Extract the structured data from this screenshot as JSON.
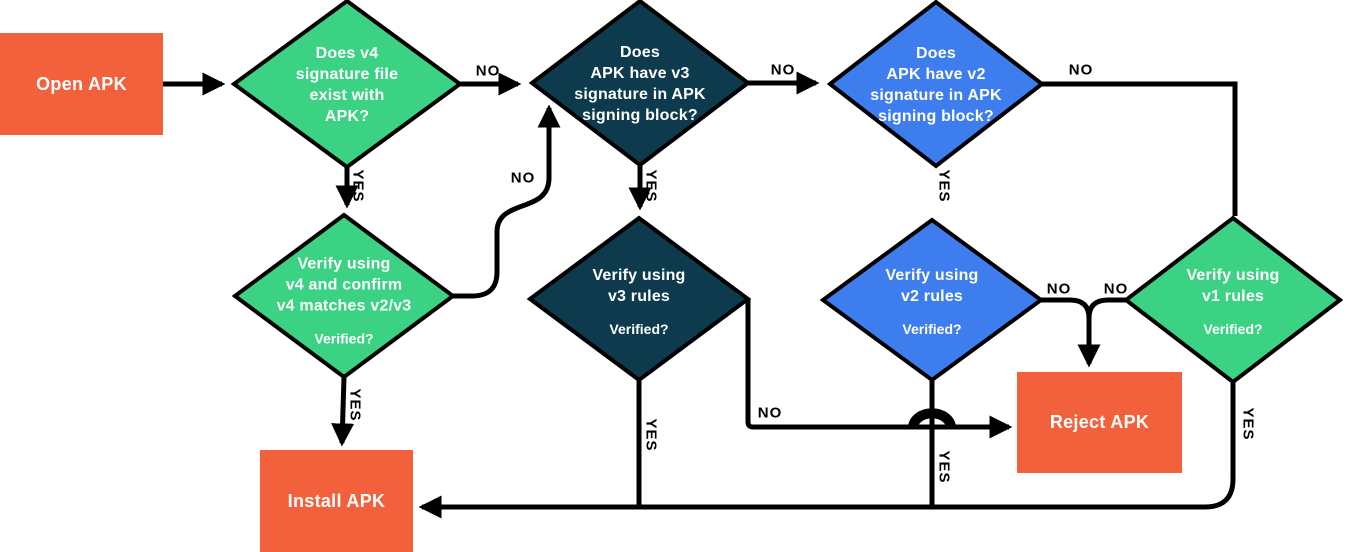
{
  "colors": {
    "green": "#3CD283",
    "navy": "#0D3A4D",
    "blue": "#3E7DEE",
    "orange": "#F2603C",
    "line": "#000000",
    "label_light": "#FFFFFF"
  },
  "nodes": {
    "open": {
      "label": "Open APK"
    },
    "q_v4": {
      "label": "Does v4\nsignature file\nexist with\nAPK?"
    },
    "q_v3": {
      "label": "Does\nAPK have v3\nsignature in APK\nsigning block?"
    },
    "q_v2": {
      "label": "Does\nAPK have v2\nsignature in APK\nsigning block?"
    },
    "verify_v4": {
      "label": "Verify using\nv4 and confirm\nv4 matches v2/v3",
      "sublabel": "Verified?"
    },
    "verify_v3": {
      "label": "Verify using\nv3 rules",
      "sublabel": "Verified?"
    },
    "verify_v2": {
      "label": "Verify using\nv2 rules",
      "sublabel": "Verified?"
    },
    "verify_v1": {
      "label": "Verify using\nv1 rules",
      "sublabel": "Verified?"
    },
    "reject": {
      "label": "Reject APK"
    },
    "install": {
      "label": "Install APK"
    }
  },
  "edge_labels": {
    "qv4_no": "NO",
    "qv4_yes": "YES",
    "qv3_no": "NO",
    "qv3_yes": "YES",
    "qv2_no": "NO",
    "qv2_yes": "YES",
    "vv4_no": "NO",
    "vv4_yes": "YES",
    "vv3_no": "NO",
    "vv3_yes": "YES",
    "vv2_no": "NO",
    "vv2_yes": "YES",
    "vv1_no": "NO",
    "vv1_yes": "YES"
  }
}
